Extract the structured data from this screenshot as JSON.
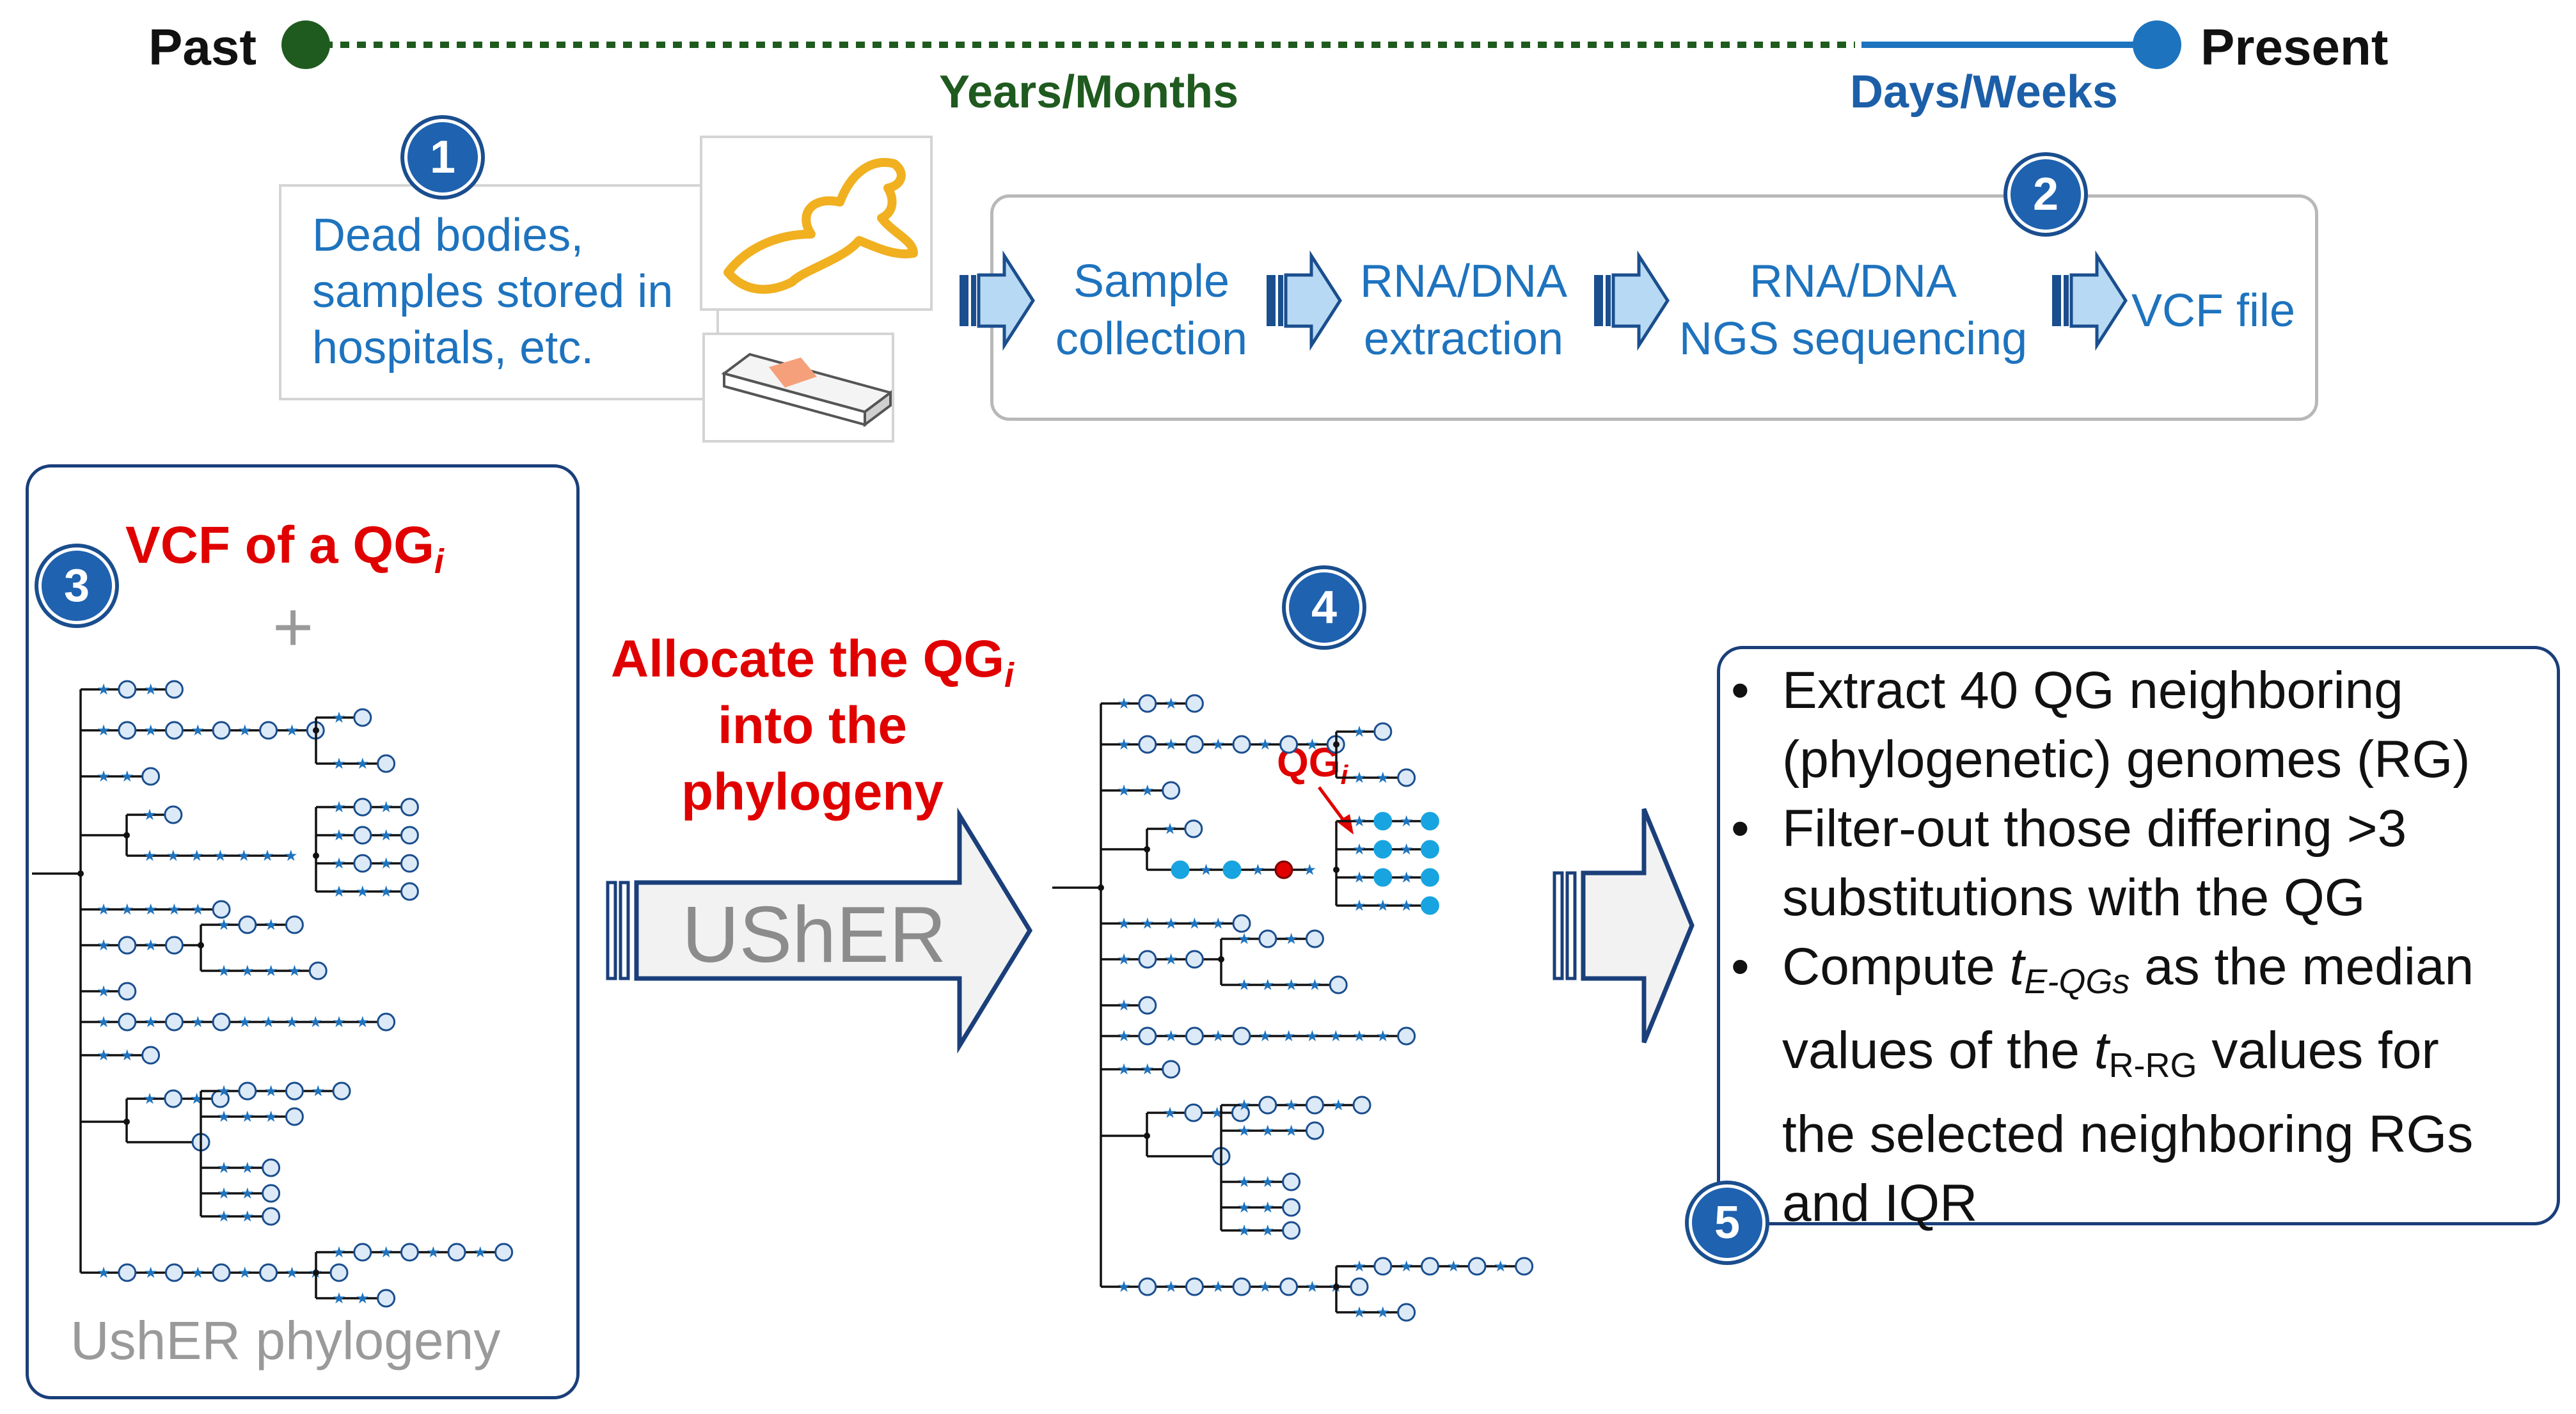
{
  "timeline": {
    "past_label": "Past",
    "present_label": "Present",
    "years_label": "Years/Months",
    "days_label": "Days/Weeks"
  },
  "step1": {
    "badge": "1",
    "lines": [
      "Dead bodies,",
      "samples stored in",
      "hospitals, etc."
    ]
  },
  "step2": {
    "badge": "2",
    "stages": [
      {
        "line1": "Sample",
        "line2": "collection"
      },
      {
        "line1": "RNA/DNA",
        "line2": "extraction"
      },
      {
        "line1": "RNA/DNA",
        "line2": "NGS sequencing"
      },
      {
        "line1": "VCF file",
        "line2": ""
      }
    ]
  },
  "step3": {
    "badge": "3",
    "title_prefix": "VCF of a QG",
    "title_sub": "i",
    "plus": "+",
    "footer": "UshER phylogeny"
  },
  "allocate": {
    "line1_prefix": "Allocate the QG",
    "line1_sub": "i",
    "line2": "into the",
    "line3": "phylogeny",
    "tool": "UShER"
  },
  "step4": {
    "badge": "4",
    "qg_label": "QG",
    "qg_sub": "i"
  },
  "step5": {
    "badge": "5",
    "bullet1_line1": "Extract 40 QG neighboring",
    "bullet1_line2": "(phylogenetic) genomes (RG)",
    "bullet2_line1": "Filter-out those differing >3",
    "bullet2_line2": "substitutions with the QG",
    "bullet3_line1_a": "Compute ",
    "bullet3_line1_t": "t",
    "bullet3_line1_sub": "E-QGs",
    "bullet3_line1_b": " as the median",
    "bullet3_line2_a": "values of the ",
    "bullet3_line2_t": "t",
    "bullet3_line2_sub": "R-RG",
    "bullet3_line2_b": " values for",
    "bullet3_line3": "the selected neighboring RGs",
    "bullet3_line4": "and IQR"
  },
  "colors": {
    "green": "#1f5a1f",
    "blue": "#1e73be",
    "navy": "#1a3f7a",
    "red": "#e00000",
    "cyan_node": "#18a4e0",
    "body_outline": "#f0b020",
    "slide_patch": "#f5a07a"
  }
}
